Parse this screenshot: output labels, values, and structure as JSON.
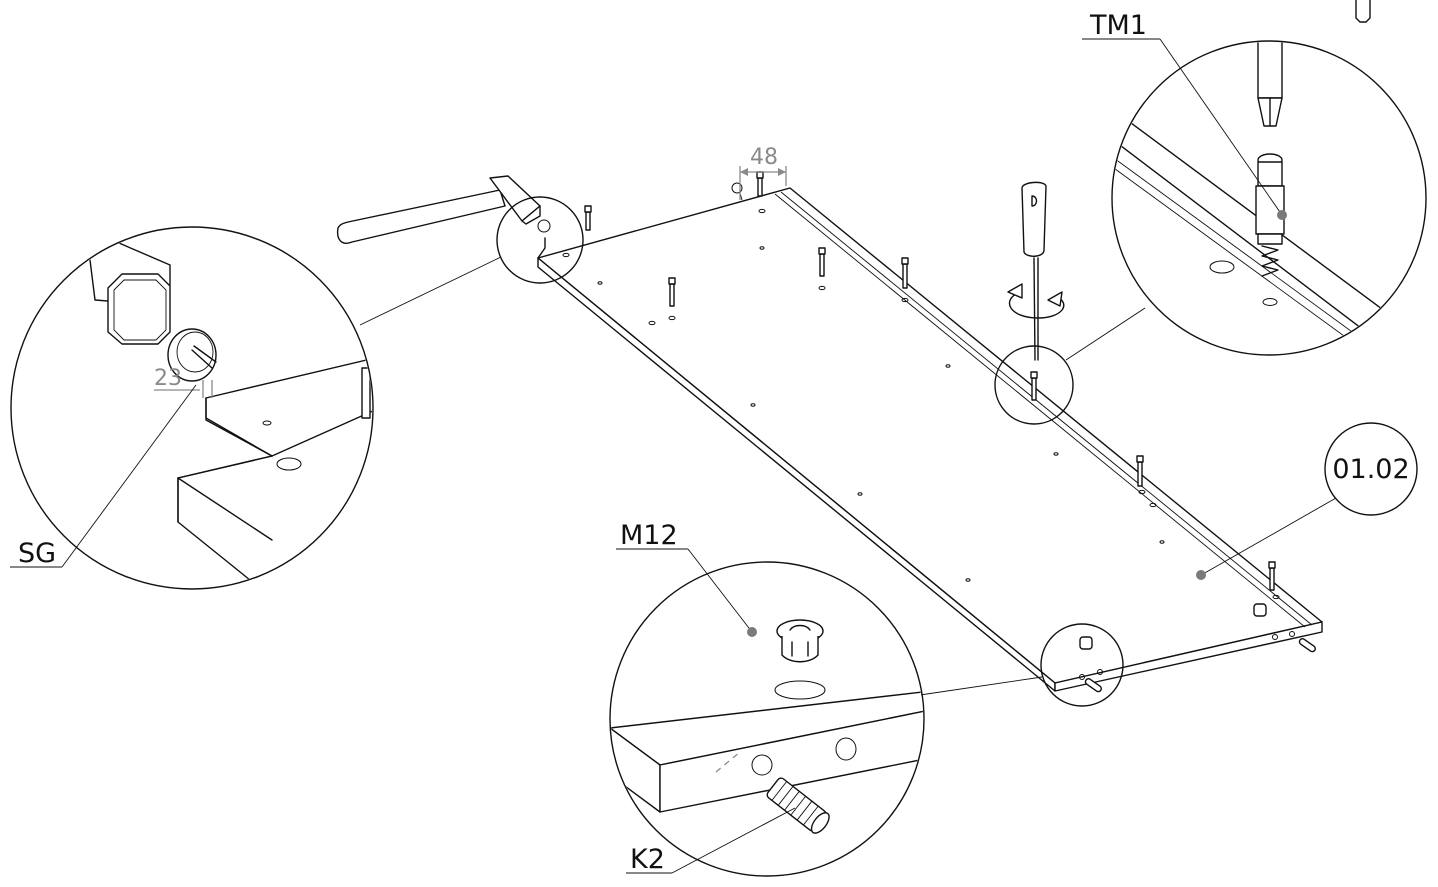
{
  "callouts": {
    "tm1": "TM1",
    "sg": "SG",
    "m12": "M12",
    "k2": "K2",
    "part": "01.02"
  },
  "dimensions": {
    "top_spacing": "48",
    "edge_spacing": "23"
  },
  "colors": {
    "line": "#111111",
    "dimension": "#8a8a8a",
    "leader_dot": "#7a7a7a"
  }
}
